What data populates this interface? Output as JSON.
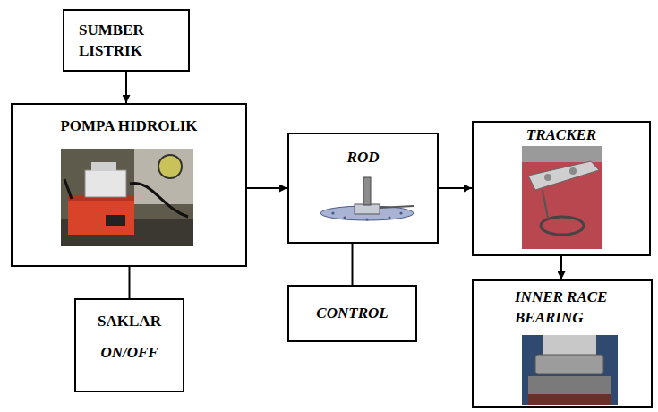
{
  "diagram": {
    "nodes": [
      {
        "text": [
          "SUMBER LISTRIK"
        ]
      },
      {
        "text": [
          "POMPA HIDROLIK"
        ]
      },
      {
        "text": [
          "ROD"
        ]
      },
      {
        "text": [
          "TRACKER"
        ]
      },
      {
        "text": [
          "SAKLAR",
          "ON/OFF"
        ]
      },
      {
        "text": [
          "CONTROL"
        ]
      },
      {
        "text": [
          "INNER RACE BEARING"
        ]
      }
    ],
    "edges": [
      {
        "from": 0,
        "to": 1,
        "arrow": "to"
      },
      {
        "from": 1,
        "to": 2,
        "arrow": "to"
      },
      {
        "from": 2,
        "to": 3,
        "arrow": "to"
      },
      {
        "from": 3,
        "to": 6,
        "arrow": "to"
      },
      {
        "from": 1,
        "to": 4,
        "arrow": "none"
      },
      {
        "from": 2,
        "to": 5,
        "arrow": "none"
      }
    ]
  }
}
